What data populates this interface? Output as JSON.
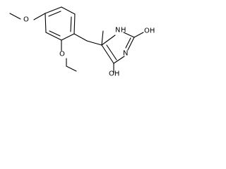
{
  "molecule": {
    "atom_labels": {
      "ring_oxygen_top_left": "O",
      "ring_oxygen_lower": "O",
      "nh_top": "N",
      "nh_top_h": "H",
      "nh_right": "N",
      "oh_top_right": "OH",
      "oh_bottom": "OH"
    },
    "colors": {
      "bond": "#000000",
      "label": "#000000",
      "background": "#ffffff"
    }
  }
}
